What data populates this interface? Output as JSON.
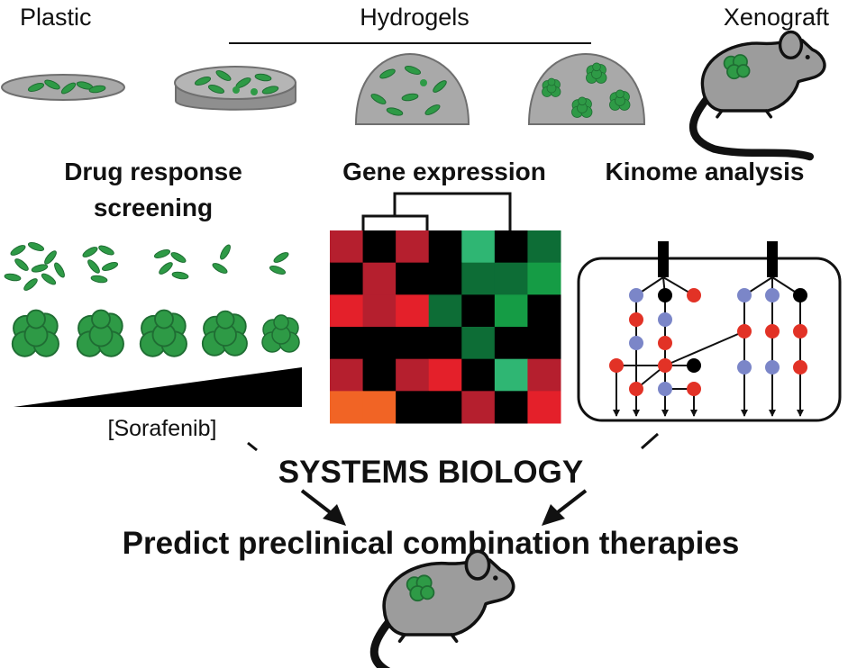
{
  "labels": {
    "plastic": "Plastic",
    "hydrogels": "Hydrogels",
    "xenograft": "Xenograft",
    "drug_response_1": "Drug response",
    "drug_response_2": "screening",
    "gene_expression": "Gene expression",
    "kinome_analysis": "Kinome analysis",
    "sorafenib": "[Sorafenib]",
    "systems_biology": "SYSTEMS BIOLOGY",
    "predict": "Predict preclinical combination therapies"
  },
  "colors": {
    "cell_green": "#2e9a46",
    "dark_green": "#1f6d33",
    "gel_gray": "#a9a9a9",
    "mouse_gray": "#9c9c9c",
    "node_red": "#e23226",
    "node_blue": "#7b86c8",
    "node_black": "#000000"
  },
  "heatmap": {
    "rows": 6,
    "cols": 7,
    "cells": [
      [
        "#b51f2e",
        "#000000",
        "#b51f2e",
        "#000000",
        "#2fb673",
        "#000000",
        "#0d6d36"
      ],
      [
        "#000000",
        "#b51f2e",
        "#000000",
        "#000000",
        "#0d6d36",
        "#0d6d36",
        "#159c45"
      ],
      [
        "#e4202a",
        "#b51f2e",
        "#e4202a",
        "#0d6d36",
        "#000000",
        "#159c45",
        "#000000"
      ],
      [
        "#000000",
        "#000000",
        "#000000",
        "#000000",
        "#0d6d36",
        "#000000",
        "#000000"
      ],
      [
        "#b51f2e",
        "#000000",
        "#b51f2e",
        "#e4202a",
        "#000000",
        "#2fb673",
        "#b51f2e"
      ],
      [
        "#f16425",
        "#f16425",
        "#000000",
        "#000000",
        "#b51f2e",
        "#000000",
        "#e4202a"
      ]
    ]
  }
}
